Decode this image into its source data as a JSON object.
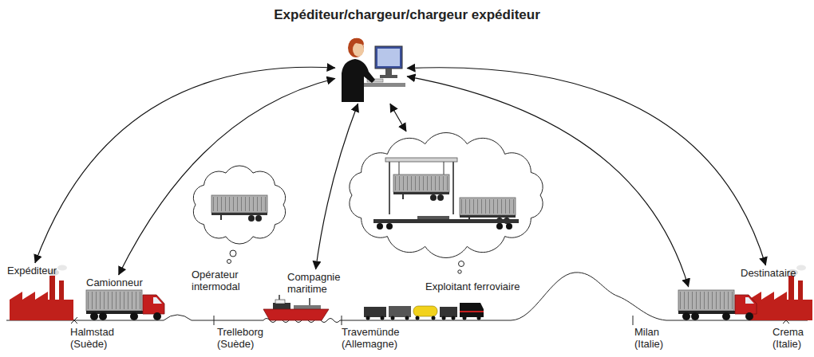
{
  "diagram": {
    "nodes": [
      {
        "text": [
          "Expéditeur/chargeur/chargeur expéditeur"
        ]
      },
      {
        "text": [
          "Expéditeur"
        ]
      },
      {
        "text": [
          "Camionneur"
        ]
      },
      {
        "text": [
          "Compagnie maritime"
        ]
      },
      {
        "text": [
          "Exploitant ferroviaire"
        ]
      },
      {
        "text": [
          "Milan (Italie)"
        ]
      },
      {
        "text": [
          "Destinataire"
        ]
      }
    ],
    "edges": [
      {
        "from": 0,
        "to": 1,
        "arrow": "both"
      },
      {
        "from": 0,
        "to": 2,
        "arrow": "both"
      },
      {
        "from": 0,
        "to": 3,
        "arrow": "both"
      },
      {
        "from": 0,
        "to": 4,
        "arrow": "both"
      },
      {
        "from": 0,
        "to": 5,
        "arrow": "both"
      },
      {
        "from": 0,
        "to": 6,
        "arrow": "both"
      }
    ],
    "labels": [
      "Opérateur intermodal",
      "Halmstad (Suède)",
      "Trelleborg (Suède)",
      "Travemünde (Allemagne)",
      "Crema (Italie)"
    ]
  }
}
